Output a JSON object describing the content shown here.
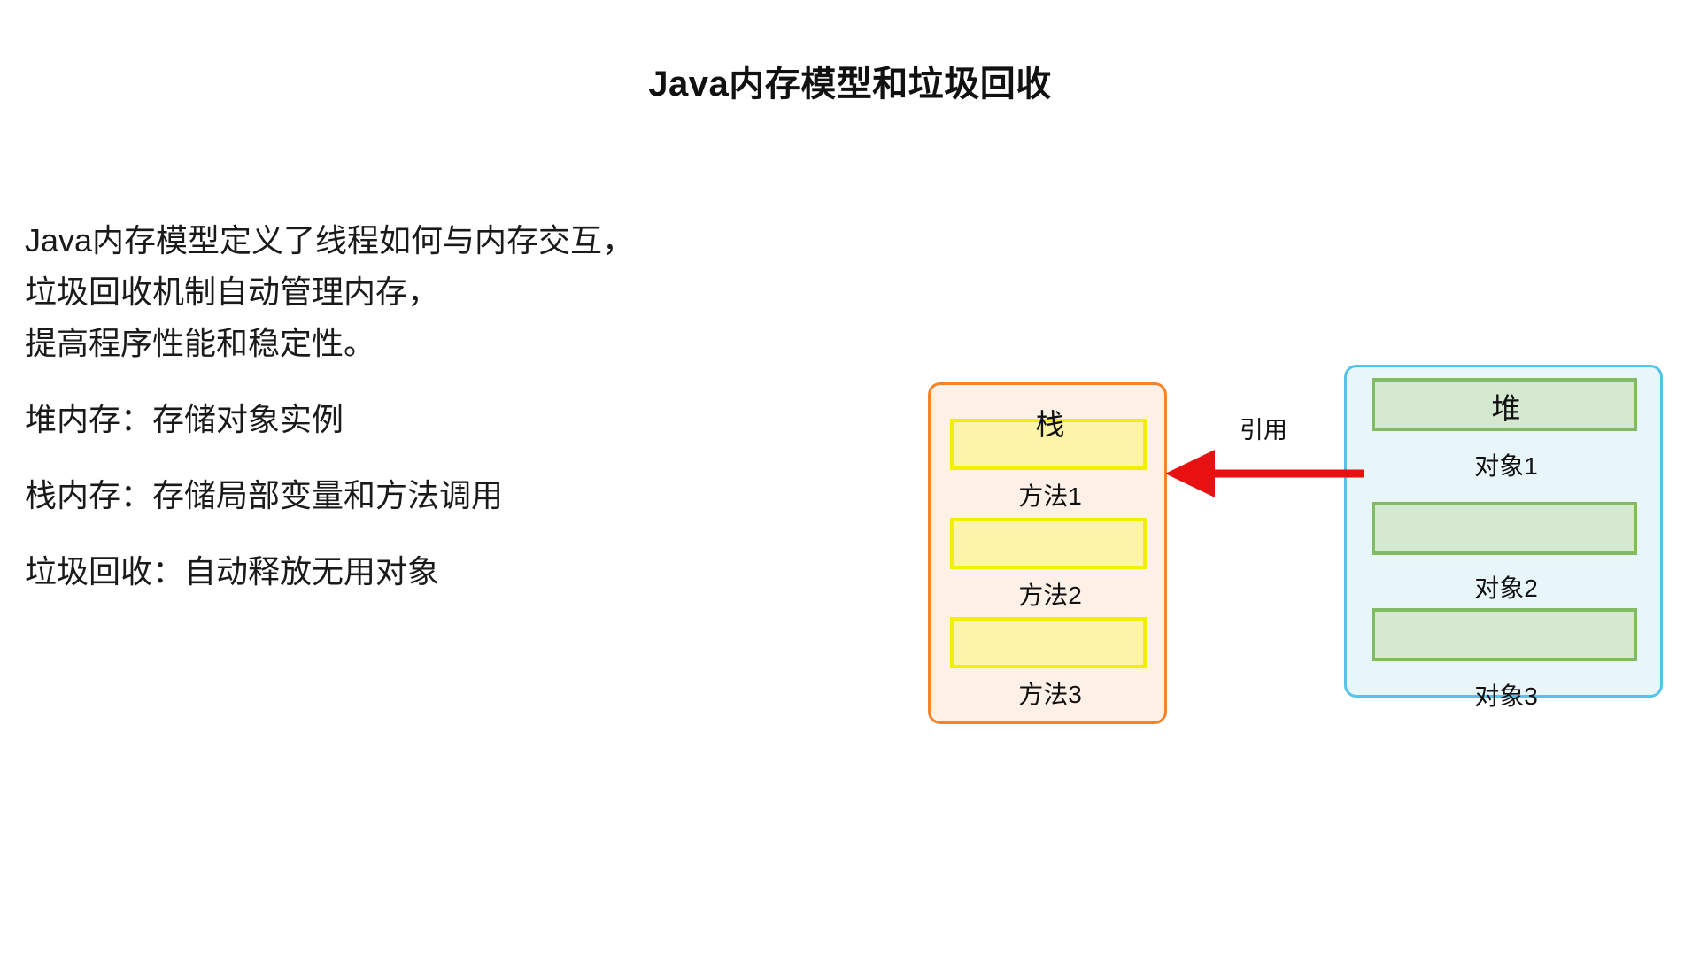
{
  "title": "Java内存模型和垃圾回收",
  "body": {
    "paragraph_lines": [
      "Java内存模型定义了线程如何与内存交互，",
      "垃圾回收机制自动管理内存，",
      "提高程序性能和稳定性。"
    ],
    "bullets": [
      "堆内存：存储对象实例",
      "栈内存：存储局部变量和方法调用",
      "垃圾回收：自动释放无用对象"
    ]
  },
  "diagram": {
    "stack": {
      "title": "栈",
      "frames": [
        "方法1",
        "方法2",
        "方法3"
      ]
    },
    "heap": {
      "title": "堆",
      "objects": [
        "对象1",
        "对象2",
        "对象3"
      ]
    },
    "arrow": {
      "label": "引用",
      "direction": "heap-to-stack",
      "icon": "left-arrow-icon"
    }
  },
  "colors": {
    "stack_border": "#f5832a",
    "stack_fill": "#fdf0e6",
    "stack_frame_border": "#f2ef07",
    "stack_frame_fill": "#fcf4a8",
    "heap_border": "#54c3e8",
    "heap_fill": "#e8f6fa",
    "heap_object_border": "#81bb64",
    "heap_object_fill": "#d5e8d0",
    "arrow": "#e81010",
    "text": "#111111",
    "background": "#ffffff"
  }
}
